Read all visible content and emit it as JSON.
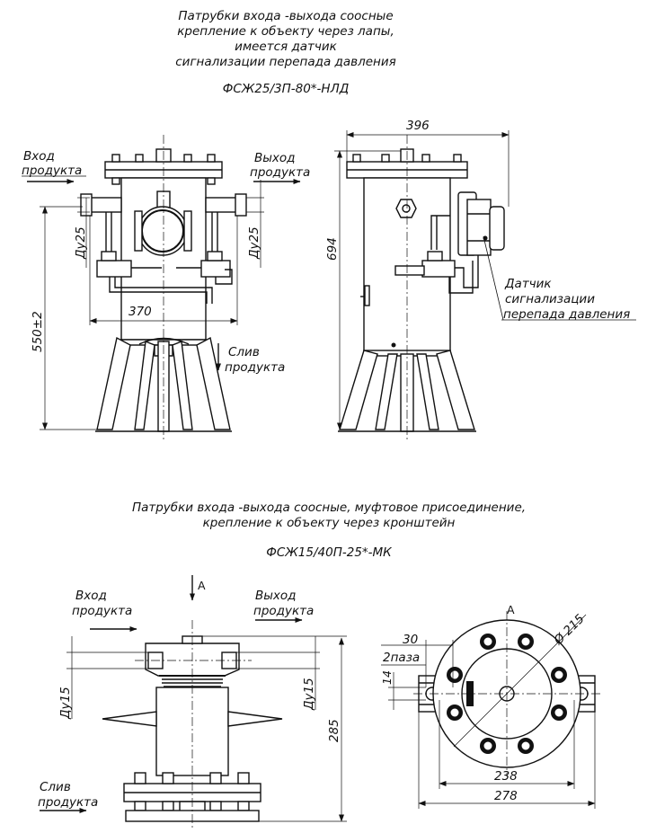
{
  "top": {
    "caption_lines": [
      "Патрубки входа -выхода соосные",
      "крепление к объекту через лапы,",
      "имеется датчик",
      "сигнализации перепада давления"
    ],
    "model": "ФСЖ25/3П-80*-НЛД",
    "inlet_label": [
      "Вход",
      "продукта"
    ],
    "outlet_label": [
      "Выход",
      "продукта"
    ],
    "drain_label": [
      "Слив",
      "продукта"
    ],
    "sensor_label": [
      "Датчик",
      "сигнализации",
      "перепада давления"
    ],
    "dims": {
      "du_left": "Ду25",
      "du_right": "Ду25",
      "width_370": "370",
      "height_550": "550±2",
      "width_396": "396",
      "height_694": "694"
    }
  },
  "bottom": {
    "caption_lines": [
      "Патрубки входа -выхода соосные, муфтовое присоединение,",
      "крепление к объекту через кронштейн"
    ],
    "model": "ФСЖ15/40П-25*-МК",
    "view_arrow": "А",
    "view_label": "А",
    "inlet_label": [
      "Вход",
      "продукта"
    ],
    "outlet_label": [
      "Выход",
      "продукта"
    ],
    "drain_label": [
      "Слив",
      "продукта"
    ],
    "dims": {
      "du_left": "Ду15",
      "du_right": "Ду15",
      "height_285": "285",
      "dia_215": "Ø 215",
      "slot_30": "30",
      "slot_note": "2паза",
      "slot_14": "14",
      "width_238": "238",
      "width_278": "278"
    }
  }
}
